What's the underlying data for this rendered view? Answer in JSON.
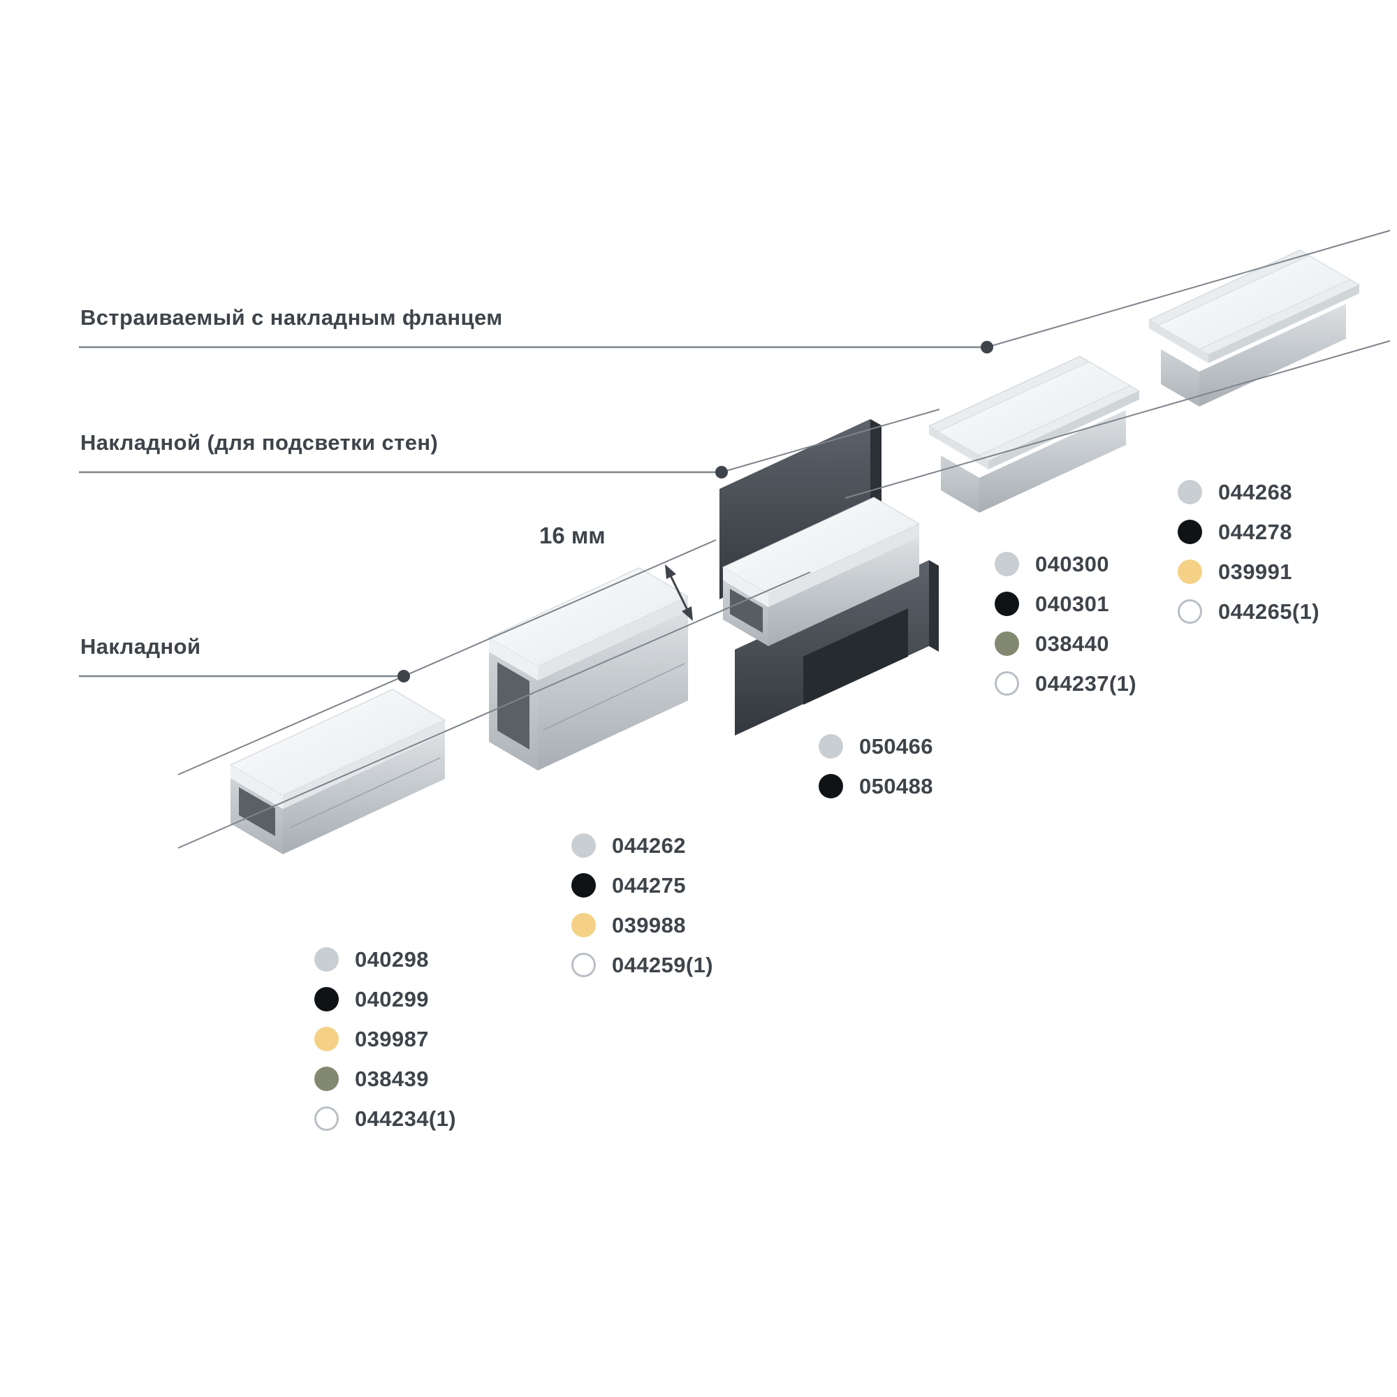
{
  "labels": {
    "recessed_flange": "Встраиваемый с накладным фланцем",
    "surface_wall": "Накладной (для подсветки стен)",
    "surface": "Накладной",
    "dimension": "16 мм"
  },
  "colors": {
    "text": "#3e444a",
    "line": "#7d848a",
    "dot_gray": "#c9ced2",
    "dot_black": "#0f1316",
    "dot_yellow": "#f4d186",
    "dot_olive": "#838871",
    "dot_white": "#ffffff",
    "dot_white_border": "#b9bfc4"
  },
  "product_groups": [
    {
      "id": "surface-low-profile",
      "items": [
        {
          "code": "040298",
          "color": "gray"
        },
        {
          "code": "040299",
          "color": "black"
        },
        {
          "code": "039987",
          "color": "yellow"
        },
        {
          "code": "038439",
          "color": "olive"
        },
        {
          "code": "044234(1)",
          "color": "white"
        }
      ]
    },
    {
      "id": "surface-high-profile",
      "items": [
        {
          "code": "044262",
          "color": "gray"
        },
        {
          "code": "044275",
          "color": "black"
        },
        {
          "code": "039988",
          "color": "yellow"
        },
        {
          "code": "044259(1)",
          "color": "white"
        }
      ]
    },
    {
      "id": "wall-mount-profile",
      "items": [
        {
          "code": "050466",
          "color": "gray"
        },
        {
          "code": "050488",
          "color": "black"
        }
      ]
    },
    {
      "id": "recessed-flange-profile-1",
      "items": [
        {
          "code": "040300",
          "color": "gray"
        },
        {
          "code": "040301",
          "color": "black"
        },
        {
          "code": "038440",
          "color": "olive"
        },
        {
          "code": "044237(1)",
          "color": "white"
        }
      ]
    },
    {
      "id": "recessed-flange-profile-2",
      "items": [
        {
          "code": "044268",
          "color": "gray"
        },
        {
          "code": "044278",
          "color": "black"
        },
        {
          "code": "039991",
          "color": "yellow"
        },
        {
          "code": "044265(1)",
          "color": "white"
        }
      ]
    }
  ]
}
